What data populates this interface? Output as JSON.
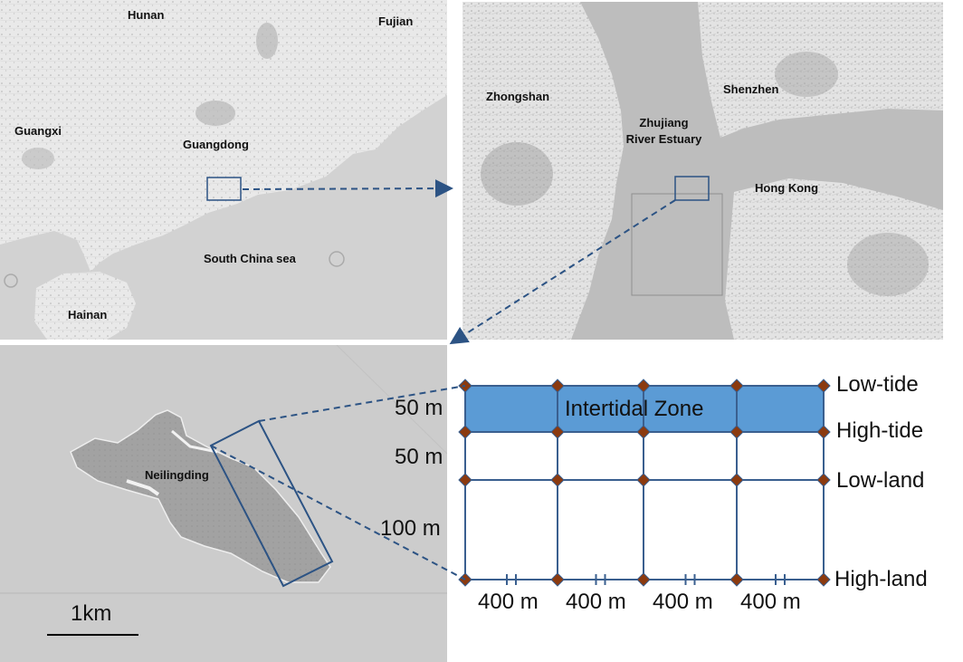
{
  "regional_map": {
    "labels": {
      "hunan": "Hunan",
      "fujian": "Fujian",
      "guangxi": "Guangxi",
      "guangdong": "Guangdong",
      "south_china_sea": "South China sea",
      "hainan": "Hainan"
    }
  },
  "estuary_map": {
    "labels": {
      "zhongshan": "Zhongshan",
      "shenzhen": "Shenzhen",
      "estuary_line1": "Zhujiang",
      "estuary_line2": "River Estuary",
      "hong_kong": "Hong Kong"
    }
  },
  "island_map": {
    "island_label": "Neilingding",
    "scale_bar_label": "1km"
  },
  "grid_diagram": {
    "zone_label": "Intertidal Zone",
    "row_labels": [
      "Low-tide",
      "High-tide",
      "Low-land",
      "High-land"
    ],
    "vertical_spacing": [
      "50 m",
      "50 m",
      "100 m"
    ],
    "horizontal_spacing": [
      "400 m",
      "400 m",
      "400 m",
      "400 m"
    ],
    "colors": {
      "zone_fill": "#5b9bd5",
      "grid_line": "#3a5f8f",
      "marker": "#8b3a0f"
    }
  }
}
